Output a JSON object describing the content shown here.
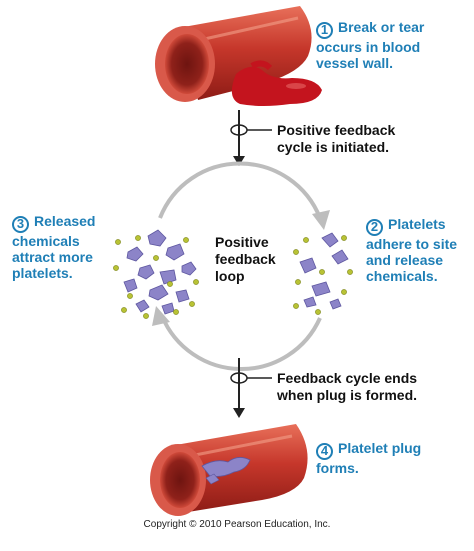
{
  "steps": [
    {
      "number": "1",
      "lines": [
        "Break or tear",
        "occurs in blood",
        "vessel wall."
      ]
    },
    {
      "number": "2",
      "lines": [
        "Platelets",
        "adhere to site",
        "and release",
        "chemicals."
      ]
    },
    {
      "number": "3",
      "lines": [
        "Released",
        "chemicals",
        "attract more",
        "platelets."
      ]
    },
    {
      "number": "4",
      "lines": [
        "Platelet plug",
        "forms."
      ]
    }
  ],
  "arrows": {
    "top_label": [
      "Positive feedback",
      "cycle is initiated."
    ],
    "bottom_label": [
      "Feedback cycle ends",
      "when plug is formed."
    ]
  },
  "center_label": [
    "Positive",
    "feedback",
    "loop"
  ],
  "copyright": "Copyright © 2010 Pearson Education, Inc.",
  "colors": {
    "accent": "#1f7fb6",
    "vessel": "#c0302a",
    "vessel_highlight": "#e86a55",
    "blood": "#c4141e",
    "platelet": "#8c84c8",
    "chemical_dot": "#b8c234",
    "loop_arrow": "#bdbdbd"
  }
}
